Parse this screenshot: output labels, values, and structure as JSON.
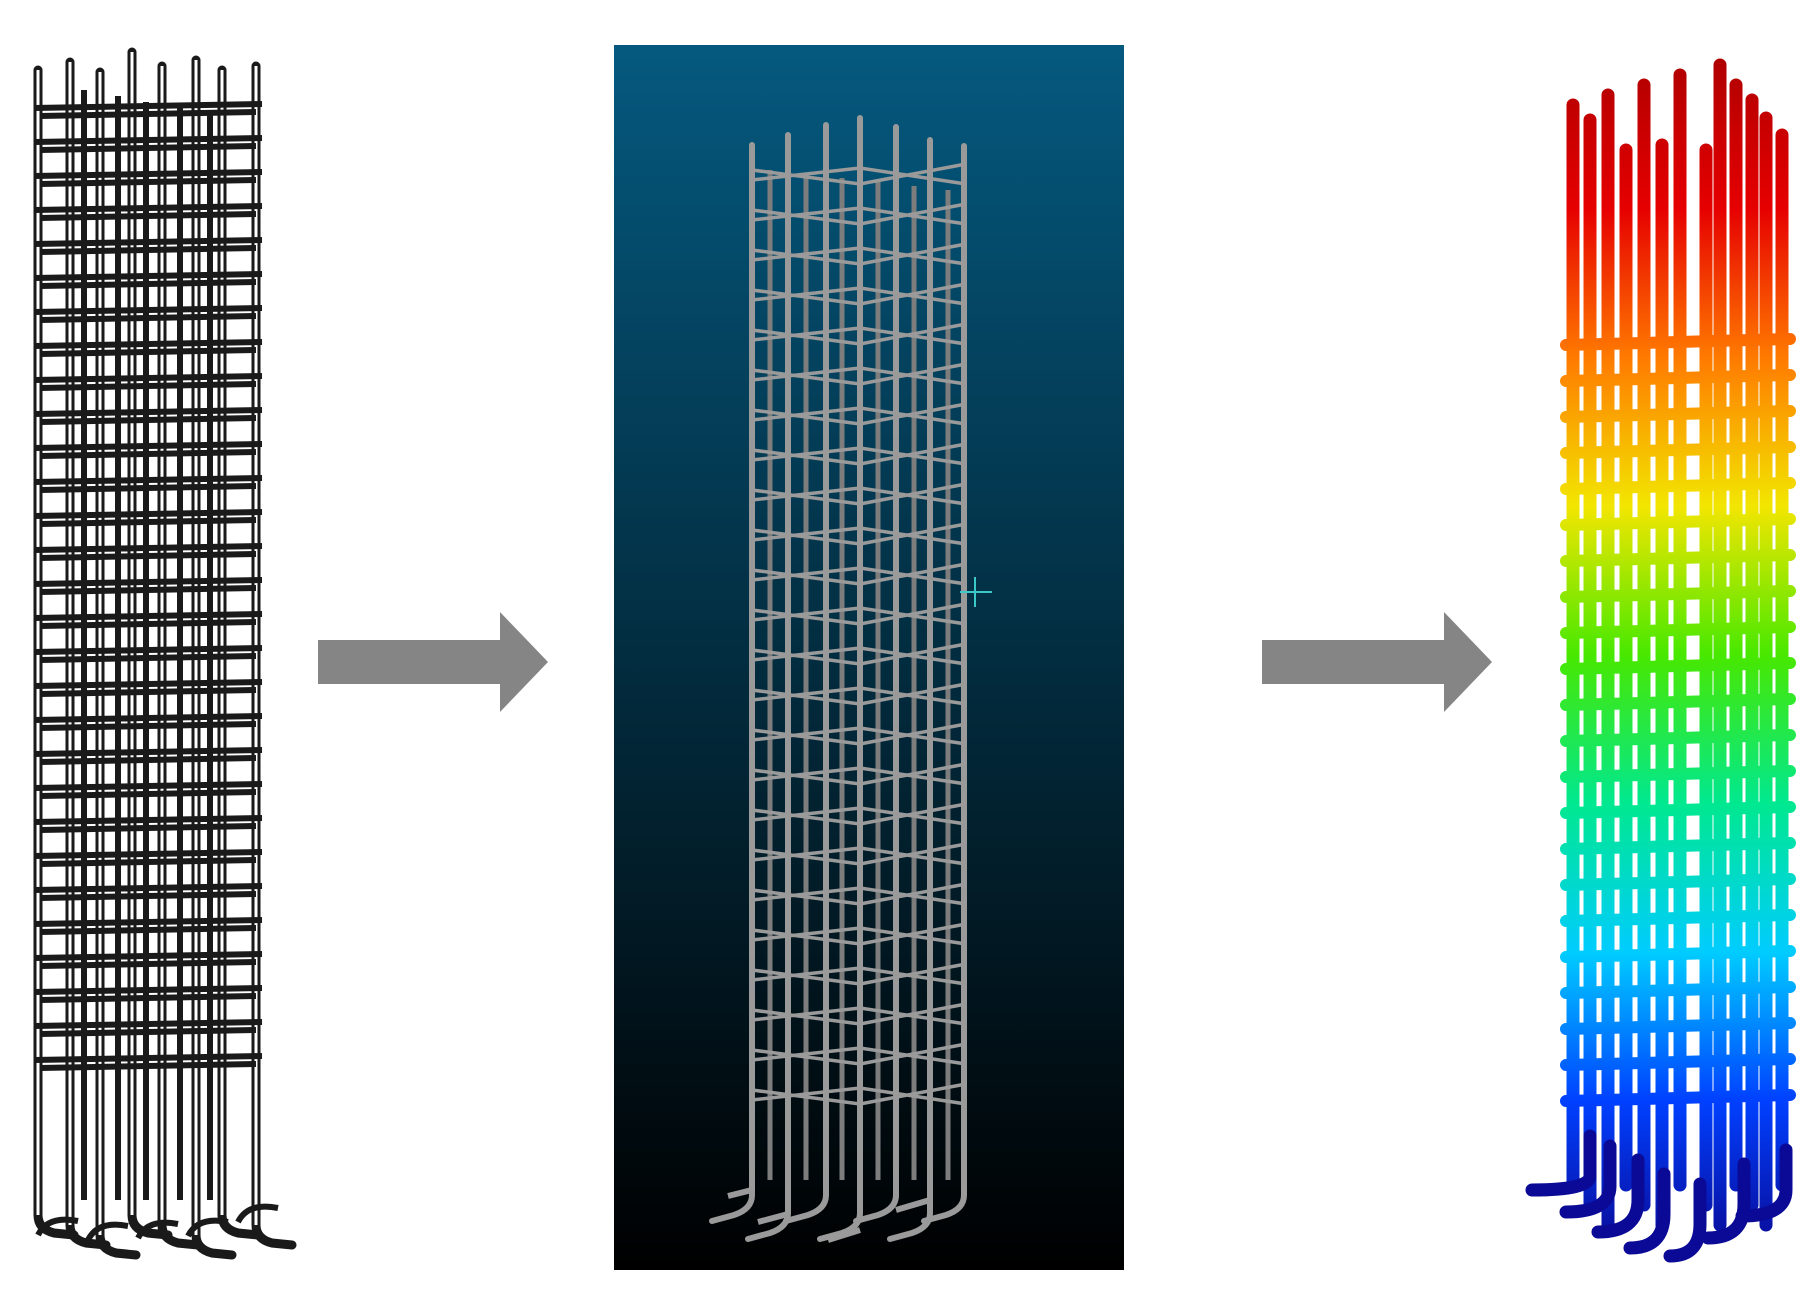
{
  "figure": {
    "panels": [
      {
        "id": "cad-model",
        "style": "line-drawing",
        "color": "#1a1a1a"
      },
      {
        "id": "point-cloud",
        "style": "gray-mesh-on-dark-gradient",
        "color": "#9a9a9a",
        "background_top": "#05597f",
        "background_bottom": "#000000"
      },
      {
        "id": "colored-result",
        "style": "height-colormap",
        "colormap": [
          "#0a0a96",
          "#0040ff",
          "#00ccff",
          "#00e890",
          "#48e800",
          "#f2e600",
          "#ff7a00",
          "#e60000",
          "#b00000"
        ]
      }
    ],
    "arrows": [
      {
        "id": "arrow-1",
        "color": "#858585"
      },
      {
        "id": "arrow-2",
        "color": "#858585"
      }
    ]
  }
}
